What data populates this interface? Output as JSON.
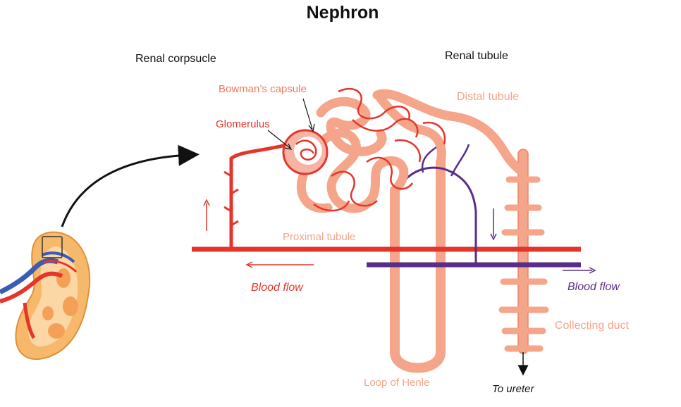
{
  "title": "Nephron",
  "labels": {
    "renal_corpuscle": "Renal corpsucle",
    "renal_tubule": "Renal tubule",
    "bowmans_capsule": "Bowman’s capsule",
    "glomerulus": "Glomerulus",
    "distal_tubule": "Distal tubule",
    "proximal_tubule": "Proximal tubule",
    "blood_flow_left": "Blood flow",
    "blood_flow_right": "Blood flow",
    "collecting_duct": "Collecting duct",
    "loop_of_henle": "Loop of Henle",
    "to_ureter": "To ureter"
  },
  "colors": {
    "artery_red": "#e5352b",
    "vein_purple": "#5a2d86",
    "tubule_salmon": "#f4a58a",
    "tubule_outline": "#e8836a",
    "label_salmon": "#f4a58a",
    "label_red": "#e5352b",
    "kidney_orange": "#f6b96b",
    "kidney_light": "#fbd7a5",
    "text_black": "#111111"
  },
  "icons": {
    "kidney": "kidney-cross-section-icon",
    "arrow": "curved-pointer-arrow"
  }
}
